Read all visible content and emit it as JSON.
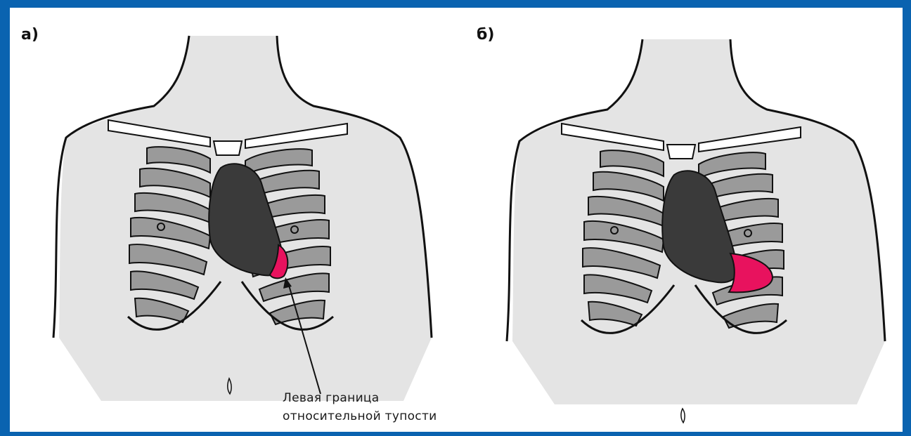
{
  "panels": [
    {
      "label": "а)"
    },
    {
      "label": "б)"
    }
  ],
  "annotation": {
    "line1": "Левая граница",
    "line2": "относительной тупости"
  },
  "colors": {
    "background_border": "#0a63b0",
    "heart": "#3a3a3a",
    "dullness_highlight": "#e8125e",
    "shading": "#c9c9c9",
    "ribs": "#8e8e8e"
  }
}
